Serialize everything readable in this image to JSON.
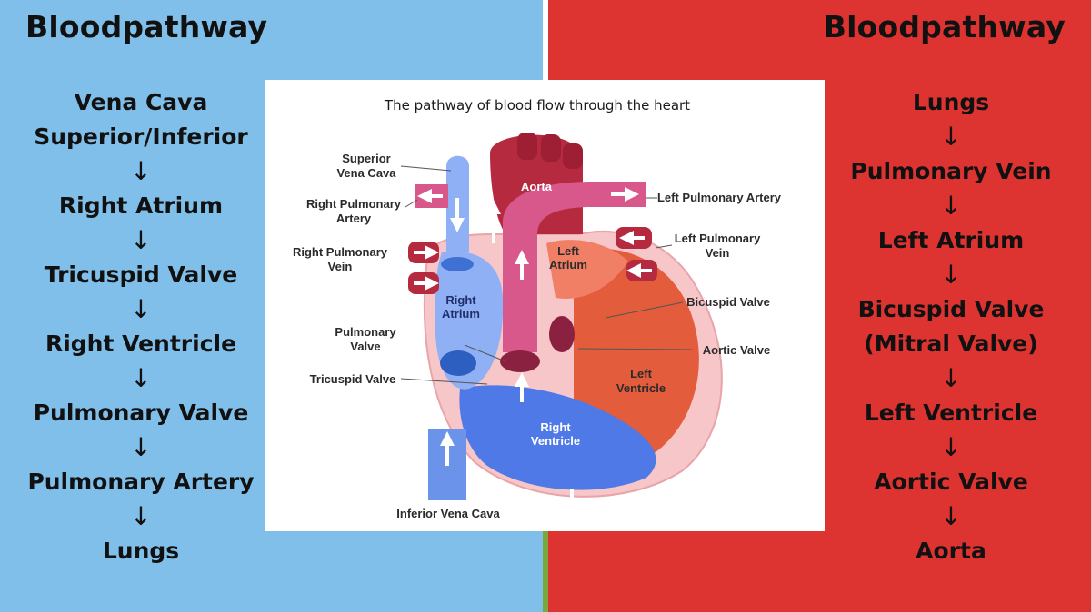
{
  "colors": {
    "left_panel": "#80bfe9",
    "right_panel": "#dd3431",
    "deoxygenated_blue": "#5b8fe8",
    "oxygenated_red": "#c4263b",
    "pulmonary_pink": "#d9588c"
  },
  "left": {
    "heading": "Bloodpathway",
    "steps": [
      "Vena Cava Superior/Inferior",
      "Right Atrium",
      "Tricuspid Valve",
      "Right Ventricle",
      "Pulmonary Valve",
      "Pulmonary Artery",
      "Lungs"
    ],
    "arrow": "↓"
  },
  "right": {
    "heading": "Bloodpathway",
    "steps": [
      "Lungs",
      "Pulmonary Vein",
      "Left Atrium",
      "Bicuspid Valve (Mitral Valve)",
      "Left Ventricle",
      "Aortic Valve",
      "Aorta"
    ],
    "arrow": "↓"
  },
  "diagram": {
    "title": "The pathway of blood flow through the heart",
    "labels": {
      "superior_vena_cava_1": "Superior",
      "superior_vena_cava_2": "Vena Cava",
      "right_pulmonary_artery_1": "Right Pulmonary",
      "right_pulmonary_artery_2": "Artery",
      "right_pulmonary_vein_1": "Right Pulmonary",
      "right_pulmonary_vein_2": "Vein",
      "pulmonary_valve_1": "Pulmonary",
      "pulmonary_valve_2": "Valve",
      "tricuspid_valve": "Tricuspid Valve",
      "inferior_vena_cava": "Inferior Vena Cava",
      "left_pulmonary_artery": "Left Pulmonary Artery",
      "left_pulmonary_vein_1": "Left Pulmonary",
      "left_pulmonary_vein_2": "Vein",
      "bicuspid_valve": "Bicuspid Valve",
      "aortic_valve": "Aortic Valve",
      "aorta": "Aorta",
      "left_atrium_1": "Left",
      "left_atrium_2": "Atrium",
      "right_atrium_1": "Right",
      "right_atrium_2": "Atrium",
      "left_ventricle_1": "Left",
      "left_ventricle_2": "Ventricle",
      "right_ventricle_1": "Right",
      "right_ventricle_2": "Ventricle"
    }
  }
}
